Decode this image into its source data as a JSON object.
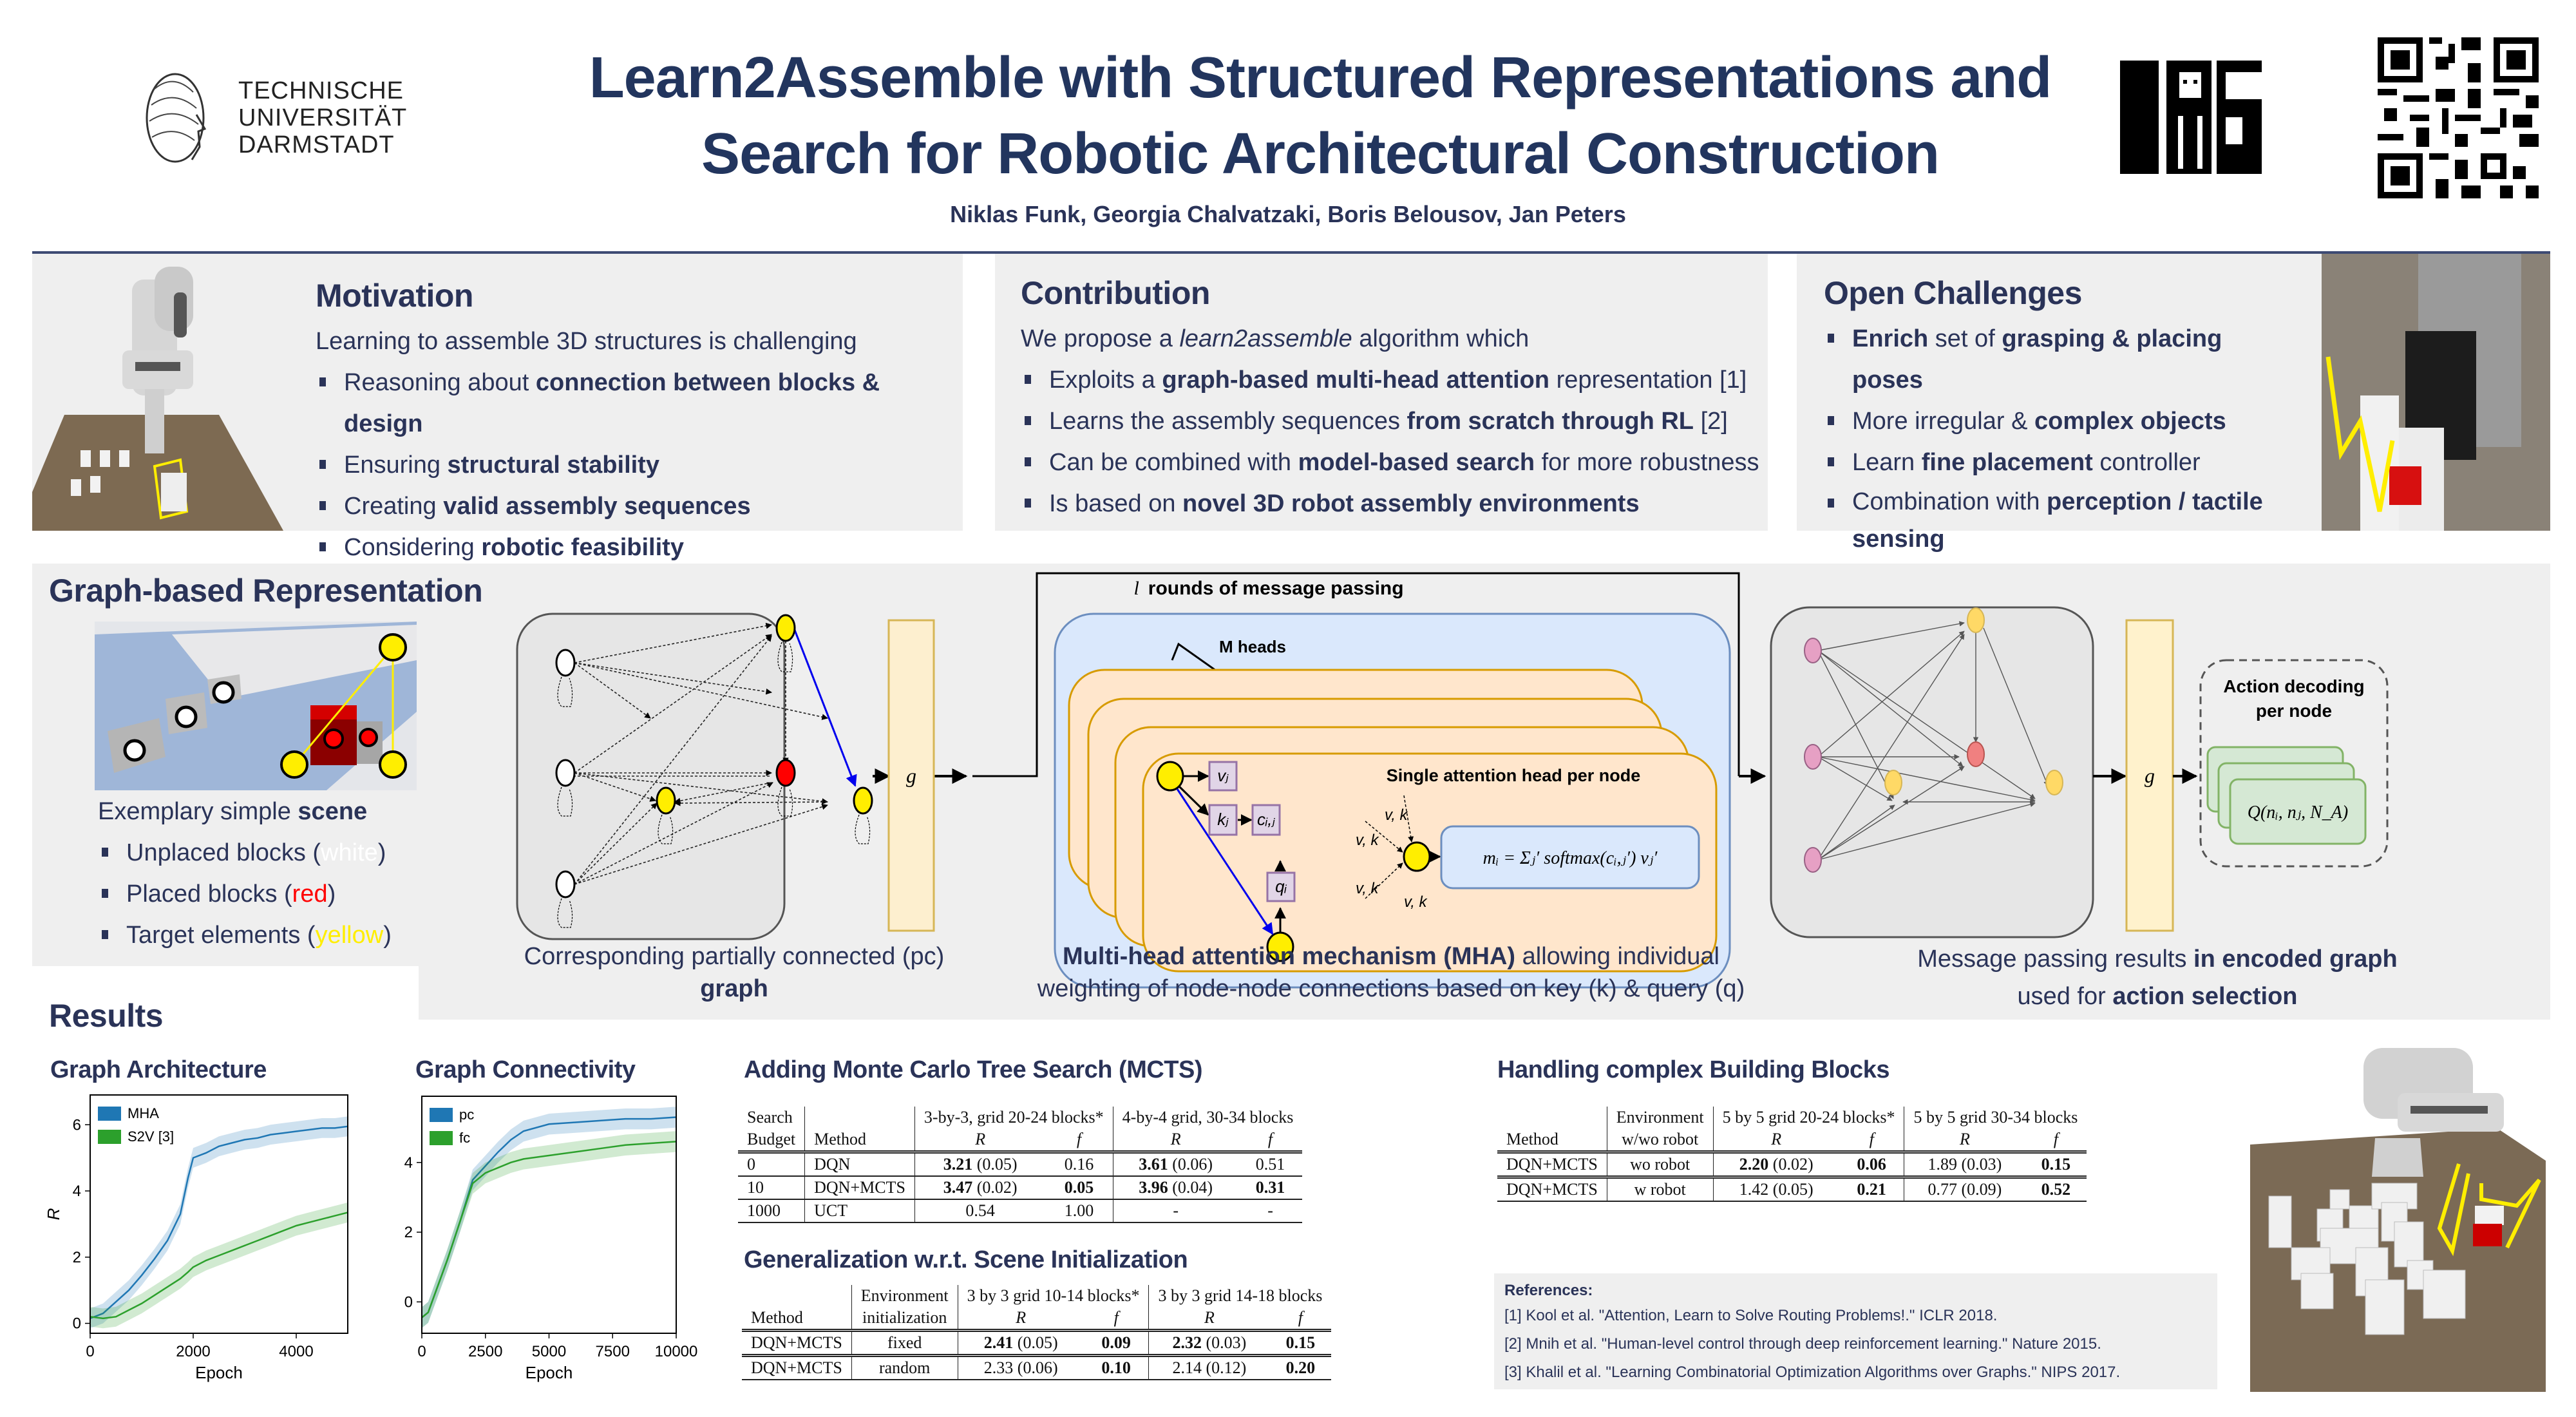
{
  "header": {
    "university": [
      "TECHNISCHE",
      "UNIVERSITÄT",
      "DARMSTADT"
    ],
    "title_line1": "Learn2Assemble with Structured Representations and",
    "title_line2": "Search for Robotic Architectural Construction",
    "authors": "Niklas Funk, Georgia Chalvatzaki, Boris Belousov, Jan Peters",
    "lab_logo": "IAS",
    "logos": [
      "tu-darmstadt-logo",
      "ias-logo",
      "qr-code"
    ]
  },
  "motivation": {
    "title": "Motivation",
    "intro": "Learning to assemble 3D structures is challenging",
    "items": [
      {
        "pre": "Reasoning about ",
        "bold": "connection between blocks & design",
        "post": ""
      },
      {
        "pre": "Ensuring ",
        "bold": "structural stability",
        "post": ""
      },
      {
        "pre": "Creating ",
        "bold": "valid assembly sequences",
        "post": ""
      },
      {
        "pre": "Considering ",
        "bold": "robotic feasibility",
        "post": ""
      }
    ]
  },
  "contribution": {
    "title": "Contribution",
    "intro_pre": "We propose a ",
    "intro_italic": "learn2assemble",
    "intro_post": " algorithm which",
    "items": [
      {
        "pre": "Exploits a ",
        "bold": "graph-based multi-head attention",
        "post": " representation [1]"
      },
      {
        "pre": "Learns the assembly sequences ",
        "bold": "from scratch through RL",
        "post": " [2]"
      },
      {
        "pre": "Can be combined with ",
        "bold": "model-based search",
        "post": " for more robustness"
      },
      {
        "pre": "Is based on ",
        "bold": "novel 3D robot assembly environments",
        "post": ""
      }
    ]
  },
  "challenges": {
    "title": "Open Challenges",
    "items": [
      {
        "pre": "",
        "bold": "Enrich",
        "mid": " set of ",
        "bold2": "grasping & placing poses",
        "post": ""
      },
      {
        "pre": "More irregular & ",
        "bold": "complex objects",
        "mid": "",
        "bold2": "",
        "post": ""
      },
      {
        "pre": "Learn ",
        "bold": "fine placement",
        "mid": " controller",
        "bold2": "",
        "post": ""
      },
      {
        "pre": "Combination with ",
        "bold": "perception / tactile sensing",
        "mid": "",
        "bold2": "",
        "post": ""
      }
    ]
  },
  "graph_section": {
    "title": "Graph-based Representation",
    "scene_caption_pre": "Exemplary simple ",
    "scene_caption_bold": "scene",
    "legend": [
      {
        "label": "Unplaced blocks (",
        "color_word": "white",
        "color": "#ffffff",
        "close": ")"
      },
      {
        "label": "Placed blocks (",
        "color_word": "red",
        "color": "#ff0000",
        "close": ")"
      },
      {
        "label": "Target elements (",
        "color_word": "yellow",
        "color": "#ffee00",
        "close": ")"
      }
    ],
    "pc_caption_line1": "Corresponding partially connected (pc)",
    "pc_caption_line2": "graph",
    "g_label": "g",
    "rounds_label": "rounds of message passing",
    "rounds_var": "l",
    "m_heads": "M heads",
    "single_head": "Single attention head per node",
    "vk": "v, k",
    "formula": "mᵢ = Σⱼ′ softmax(cᵢ,ⱼ′) vⱼ′",
    "boxes": {
      "v": "vⱼ",
      "k": "kⱼ",
      "c": "cᵢ,ⱼ",
      "q": "qᵢ"
    },
    "mha_caption_bold": "Multi-head attention mechanism (MHA)",
    "mha_caption_rest": " allowing individual",
    "mha_caption_line2": "weighting of node-node connections based on key (k) & query (q)",
    "action_title_1": "Action decoding",
    "action_title_2": "per node",
    "q_label": "Q(nᵢ, nⱼ, N_A)",
    "enc_caption_pre": "Message passing results ",
    "enc_caption_bold": "in encoded graph",
    "enc_caption2_pre": "used for ",
    "enc_caption2_bold": "action selection"
  },
  "results": {
    "title": "Results",
    "arch_title": "Graph Architecture",
    "conn_title": "Graph Connectivity",
    "mcts_title": "Adding Monte Carlo Tree Search (MCTS)",
    "gen_title": "Generalization w.r.t. Scene Initialization",
    "complex_title": "Handling complex Building Blocks",
    "mcts_table": {
      "headers": [
        "Search",
        "Budget",
        "Method",
        "3-by-3, grid 20-24 blocks*",
        "4-by-4 grid, 30-34 blocks",
        "R",
        "f"
      ],
      "rows": [
        {
          "budget": "0",
          "method": "DQN",
          "r1": "3.21",
          "r1s": "(0.05)",
          "r1b": true,
          "f1": "0.16",
          "f1b": false,
          "r2": "3.61",
          "r2s": "(0.06)",
          "r2b": true,
          "f2": "0.51",
          "f2b": false
        },
        {
          "budget": "10",
          "method": "DQN+MCTS",
          "r1": "3.47",
          "r1s": "(0.02)",
          "r1b": true,
          "f1": "0.05",
          "f1b": true,
          "r2": "3.96",
          "r2s": "(0.04)",
          "r2b": true,
          "f2": "0.31",
          "f2b": true
        },
        {
          "budget": "1000",
          "method": "UCT",
          "r1": "0.54",
          "r1s": "",
          "r1b": false,
          "f1": "1.00",
          "f1b": false,
          "r2": "-",
          "r2s": "",
          "r2b": false,
          "f2": "-",
          "f2b": false
        }
      ]
    },
    "gen_table": {
      "headers": [
        "Method",
        "Environment",
        "initialization",
        "3 by 3 grid 10-14 blocks*",
        "3 by 3 grid 14-18 blocks",
        "R",
        "f"
      ],
      "rows": [
        {
          "method": "DQN+MCTS",
          "env": "fixed",
          "r1": "2.41",
          "r1s": "(0.05)",
          "r1b": true,
          "f1": "0.09",
          "r2": "2.32",
          "r2s": "(0.03)",
          "r2b": true,
          "f2": "0.15"
        },
        {
          "method": "DQN+MCTS",
          "env": "random",
          "r1": "2.33",
          "r1s": "(0.06)",
          "r1b": false,
          "f1": "0.10",
          "r2": "2.14",
          "r2s": "(0.12)",
          "r2b": false,
          "f2": "0.20"
        }
      ]
    },
    "complex_table": {
      "headers": [
        "Method",
        "Environment",
        "w/wo robot",
        "5 by 5 grid 20-24 blocks*",
        "5 by 5 grid 30-34 blocks",
        "R",
        "f"
      ],
      "rows": [
        {
          "method": "DQN+MCTS",
          "env": "wo robot",
          "r1": "2.20",
          "r1s": "(0.02)",
          "r1b": true,
          "f1": "0.06",
          "r2": "1.89",
          "r2s": "(0.03)",
          "r2b": false,
          "f2": "0.15"
        },
        {
          "method": "DQN+MCTS",
          "env": "w robot",
          "r1": "1.42",
          "r1s": "(0.05)",
          "r1b": false,
          "f1": "0.21",
          "r2": "0.77",
          "r2s": "(0.09)",
          "r2b": false,
          "f2": "0.52"
        }
      ]
    },
    "references": {
      "title": "References:",
      "items": [
        "[1] Kool et al. \"Attention, Learn to Solve Routing Problems!.\" ICLR 2018.",
        "[2] Mnih et al. \"Human-level control through deep reinforcement learning.\" Nature 2015.",
        "[3] Khalil et al. \"Learning Combinatorial Optimization Algorithms over Graphs.\" NIPS 2017."
      ]
    }
  },
  "colors": {
    "navy": "#22355e",
    "text": "#2a3358",
    "panel": "#efefef",
    "blue_series": "#1f77b4",
    "green_series": "#2ca02c",
    "node_yellow": "#ffee00",
    "node_red": "#ff0000"
  },
  "chart_data": [
    {
      "type": "line",
      "title": "Graph Architecture",
      "xlabel": "Epoch",
      "ylabel": "R",
      "xlim": [
        0,
        5000
      ],
      "ylim": [
        -0.3,
        6.9
      ],
      "xticks": [
        0,
        2000,
        4000
      ],
      "yticks": [
        0,
        2,
        4,
        6
      ],
      "legend": "top-left",
      "grid": false,
      "x": [
        0,
        250,
        500,
        750,
        1000,
        1250,
        1500,
        1750,
        1900,
        2000,
        2250,
        2500,
        2750,
        3000,
        3250,
        3500,
        3750,
        4000,
        4250,
        4500,
        4750,
        5000
      ],
      "series": [
        {
          "name": "MHA",
          "color": "#1f77b4",
          "values": [
            0.15,
            0.3,
            0.65,
            1.0,
            1.45,
            1.95,
            2.5,
            3.3,
            4.4,
            5.0,
            5.15,
            5.35,
            5.45,
            5.55,
            5.6,
            5.7,
            5.75,
            5.8,
            5.85,
            5.9,
            5.9,
            5.95
          ]
        },
        {
          "name": "S2V [3]",
          "color": "#2ca02c",
          "values": [
            0.2,
            0.15,
            0.2,
            0.4,
            0.6,
            0.85,
            1.1,
            1.35,
            1.55,
            1.7,
            1.9,
            2.05,
            2.2,
            2.35,
            2.5,
            2.65,
            2.8,
            2.95,
            3.05,
            3.15,
            3.25,
            3.35
          ]
        }
      ]
    },
    {
      "type": "line",
      "title": "Graph Connectivity",
      "xlabel": "Epoch",
      "ylabel": "",
      "xlim": [
        0,
        10000
      ],
      "ylim": [
        -0.9,
        5.9
      ],
      "xticks": [
        0,
        2500,
        5000,
        7500,
        10000
      ],
      "yticks": [
        0,
        2,
        4
      ],
      "legend": "top-left",
      "grid": false,
      "x": [
        0,
        250,
        500,
        1000,
        1500,
        2000,
        2500,
        3000,
        3500,
        4000,
        5000,
        6000,
        7000,
        8000,
        9000,
        10000
      ],
      "series": [
        {
          "name": "pc",
          "color": "#1f77b4",
          "values": [
            -0.45,
            -0.3,
            0.2,
            1.2,
            2.3,
            3.5,
            3.9,
            4.3,
            4.65,
            4.9,
            5.1,
            5.15,
            5.2,
            5.25,
            5.25,
            5.3
          ]
        },
        {
          "name": "fc",
          "color": "#2ca02c",
          "values": [
            -0.45,
            -0.3,
            0.2,
            1.2,
            2.3,
            3.4,
            3.7,
            3.85,
            4.0,
            4.1,
            4.2,
            4.3,
            4.4,
            4.5,
            4.55,
            4.6
          ]
        }
      ]
    }
  ]
}
